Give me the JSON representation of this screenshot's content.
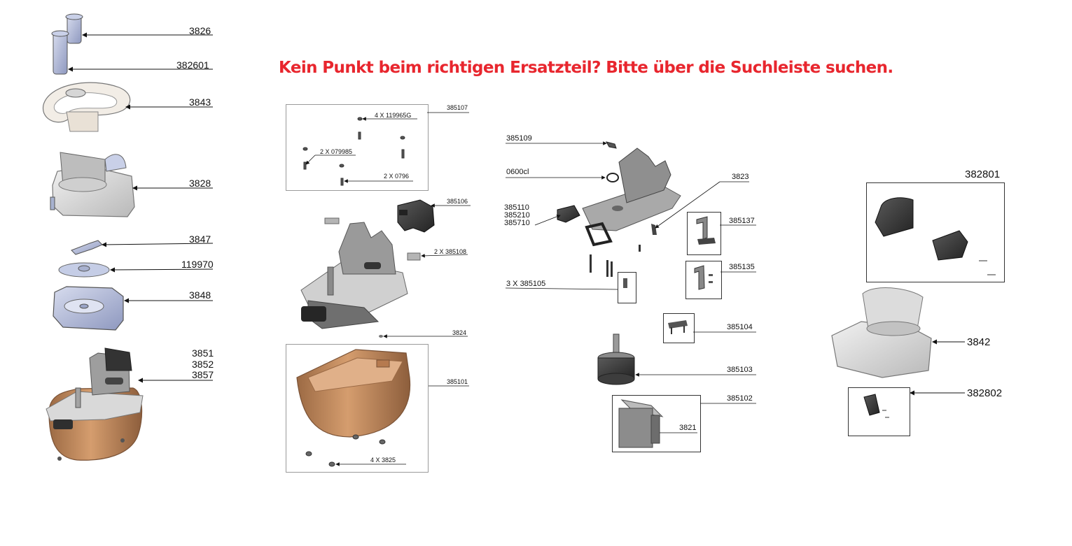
{
  "notice": "Kein Punkt beim richtigen Ersatzteil? Bitte über die Suchleiste suchen.",
  "colors": {
    "notice": "#e8262e",
    "housing": "#c8895a",
    "part_grey": "#d6d6d6",
    "part_dark": "#3a3a3a",
    "part_blue": "#a9b2d4"
  },
  "labels": {
    "p3826": "3826",
    "p382601": "382601",
    "p3843": "3843",
    "p3828": "3828",
    "p3847": "3847",
    "p119970": "119970",
    "p3848": "3848",
    "p3851": "3851",
    "p3852": "3852",
    "p3857": "3857",
    "p385107": "385107",
    "p119965g": "4 X 119965G",
    "p079985": "2 X 079985",
    "p0796": "2 X 0796",
    "p385106": "385106",
    "p385108": "2 X 385108",
    "p3824": "3824",
    "p385101": "385101",
    "p3825": "4 X 3825",
    "p385109": "385109",
    "p0600cl": "0600cl",
    "p385110": "385110",
    "p385210": "385210",
    "p385710": "385710",
    "p3823": "3823",
    "p385137": "385137",
    "p385135": "385135",
    "p385105": "3 X 385105",
    "p385104": "385104",
    "p385103": "385103",
    "p385102": "385102",
    "p3821": "3821",
    "p382801": "382801",
    "p3842": "3842",
    "p382802": "382802"
  }
}
